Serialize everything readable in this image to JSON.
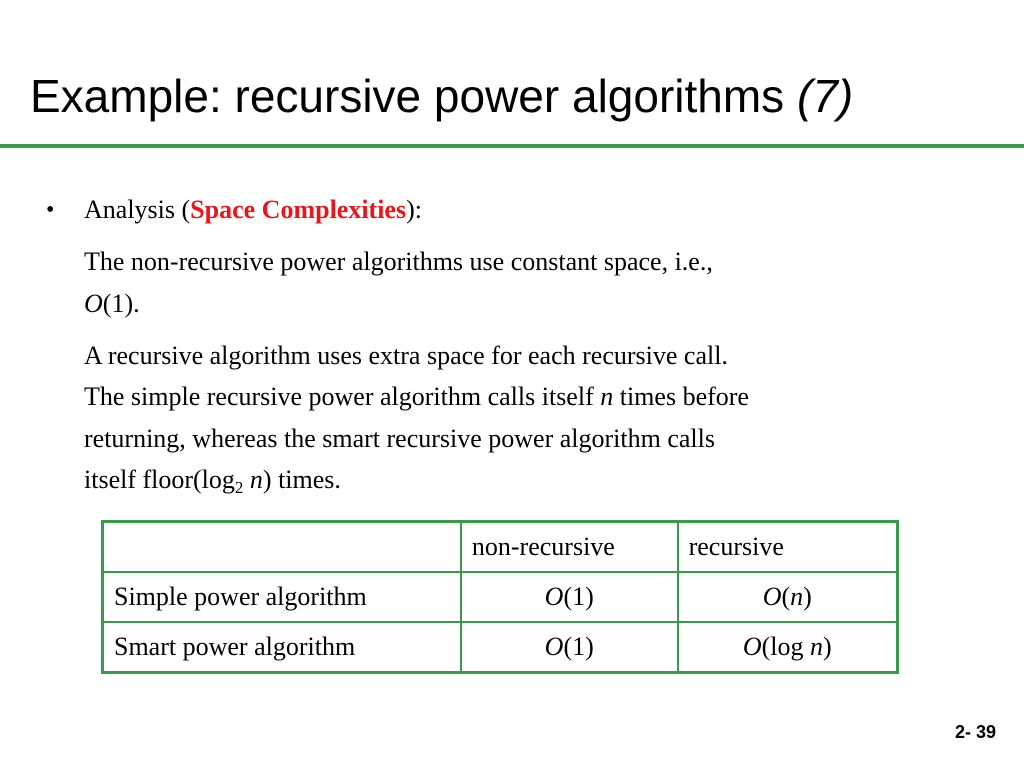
{
  "title": {
    "main": "Example: recursive power algorithms",
    "suffix": "(7)"
  },
  "bullet": {
    "symbol": "•",
    "prefix": "Analysis (",
    "highlight": "Space Complexities",
    "suffix": "):",
    "highlight_color": "#e8161a"
  },
  "para1": {
    "line1": "The non-recursive power algorithms use constant space, i.e.,",
    "line2_o": "O",
    "line2_rest": "(1)."
  },
  "para2": {
    "line1": "A recursive algorithm uses extra space for each recursive call.",
    "line2_a": "The simple recursive power algorithm calls itself ",
    "line2_n": "n",
    "line2_b": " times before",
    "line3": "returning, whereas the smart recursive power algorithm calls",
    "line4_a": "itself floor(log",
    "line4_sub": "2",
    "line4_n": "n",
    "line4_b": ") times."
  },
  "table": {
    "headers": [
      "",
      "non-recursive",
      "recursive"
    ],
    "rows": [
      {
        "label": "Simple power algorithm",
        "nonrec": {
          "o": "O",
          "arg": "(1)"
        },
        "rec": {
          "o": "O",
          "open": "(",
          "n": "n",
          "close": ")"
        }
      },
      {
        "label": "Smart power algorithm",
        "nonrec": {
          "o": "O",
          "arg": "(1)"
        },
        "rec": {
          "o": "O",
          "open": "(log ",
          "n": "n",
          "close": ")"
        }
      }
    ],
    "border_color": "#3a9a4a"
  },
  "page_number": "2- 39"
}
